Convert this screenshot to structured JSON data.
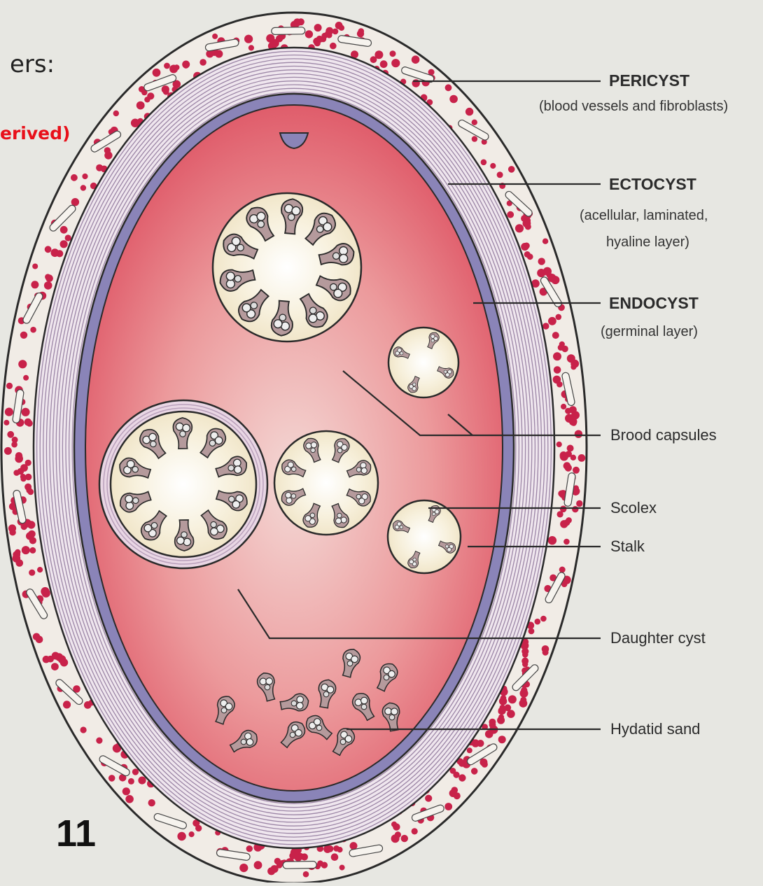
{
  "slide": {
    "heading_fragment": "ers:",
    "subheading_fragment": "erived)",
    "page_number": "11"
  },
  "colors": {
    "background": "#e7e7e2",
    "pericyst_fill": "#f1ece6",
    "blood_cell": "#c8224a",
    "ectocyst_line": "#9c86a6",
    "endocyst": "#8a84b8",
    "cyst_fluid": "#e2606e",
    "capsule_fill": "#f3ead2",
    "subheading_red": "#e8101a"
  },
  "labels": {
    "pericyst": {
      "title": "PERICYST",
      "desc1": "(blood vessels and fibroblasts)"
    },
    "ectocyst": {
      "title": "ECTOCYST",
      "desc1": "(acellular, laminated,",
      "desc2": "hyaline layer)"
    },
    "endocyst": {
      "title": "ENDOCYST",
      "desc1": "(germinal layer)"
    },
    "brood_capsules": "Brood capsules",
    "scolex": "Scolex",
    "stalk": "Stalk",
    "daughter_cyst": "Daughter cyst",
    "hydatid_sand": "Hydatid sand"
  }
}
